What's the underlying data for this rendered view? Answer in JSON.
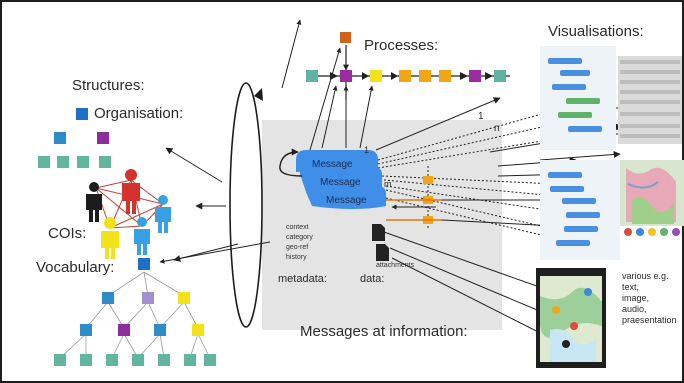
{
  "labels": {
    "processes": "Processes:",
    "visualisations": "Visualisations:",
    "structures": "Structures:",
    "organisation": "Organisation:",
    "cois": "COIs:",
    "vocabulary": "Vocabulary:",
    "messages_at_information": "Messages at information:",
    "metadata": "metadata:",
    "data": "data:",
    "attachments": "attachments"
  },
  "messages": [
    "Message",
    "Message",
    "Message"
  ],
  "metadata_items": [
    "context",
    "category",
    "geo-ref",
    "history"
  ],
  "multiplicity": {
    "one_a": "1",
    "n": "n",
    "one_b": "1",
    "m": "m"
  },
  "media": {
    "intro": "various e.g.",
    "items": [
      "text,",
      "image,",
      "audio,",
      "praesentation"
    ]
  },
  "colors": {
    "process_teal": "#5fb3a0",
    "process_purple": "#9b2c9f",
    "process_yellow": "#f2e21a",
    "process_orange": "#f1a618",
    "process_top": "#d0621e",
    "message_blue": "#3f8ee8",
    "org_blue": "#1f6fc8",
    "person_red": "#d4322e",
    "person_blue": "#3aa0e4",
    "person_yellow": "#f2e21a",
    "person_black": "#1c1c1c"
  }
}
